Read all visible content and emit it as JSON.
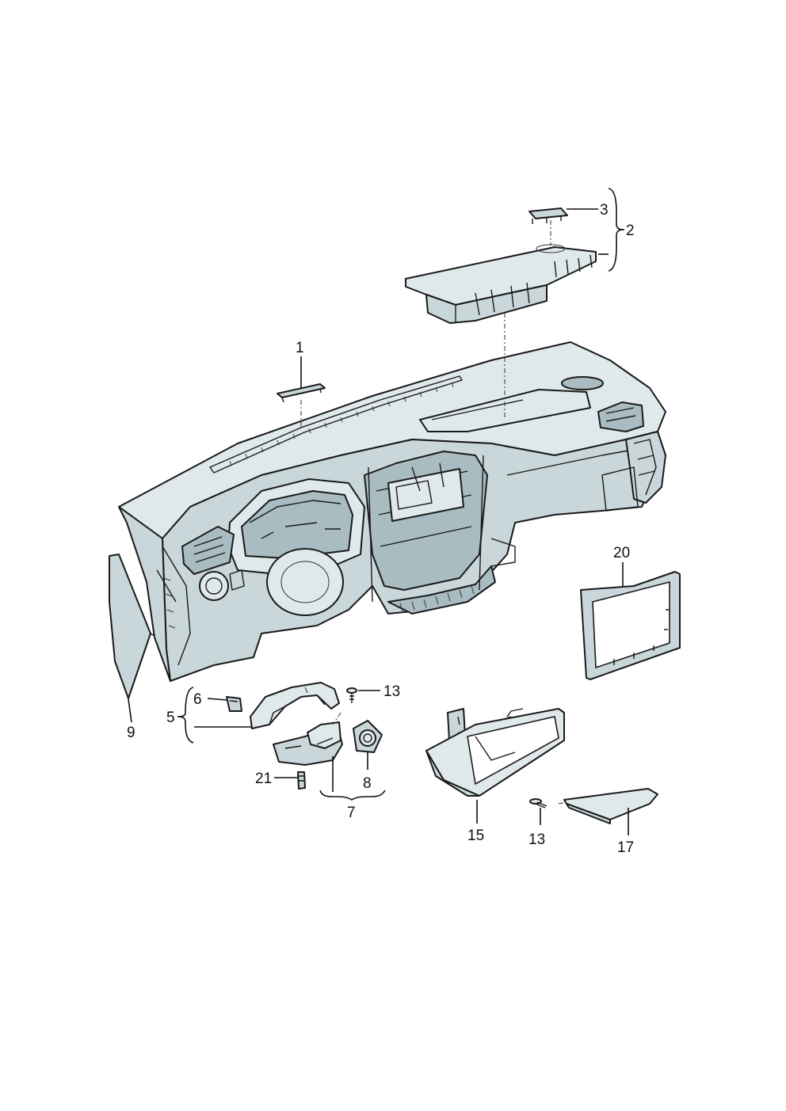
{
  "callouts": {
    "c1": "1",
    "c2": "2",
    "c3": "3",
    "c5": "5",
    "c6": "6",
    "c7": "7",
    "c8": "8",
    "c9": "9",
    "c13a": "13",
    "c13b": "13",
    "c15": "15",
    "c17": "17",
    "c20": "20",
    "c21": "21"
  },
  "colors": {
    "part_fill": "#c9d6da",
    "outline": "#1a1a1a",
    "background": "#ffffff"
  }
}
